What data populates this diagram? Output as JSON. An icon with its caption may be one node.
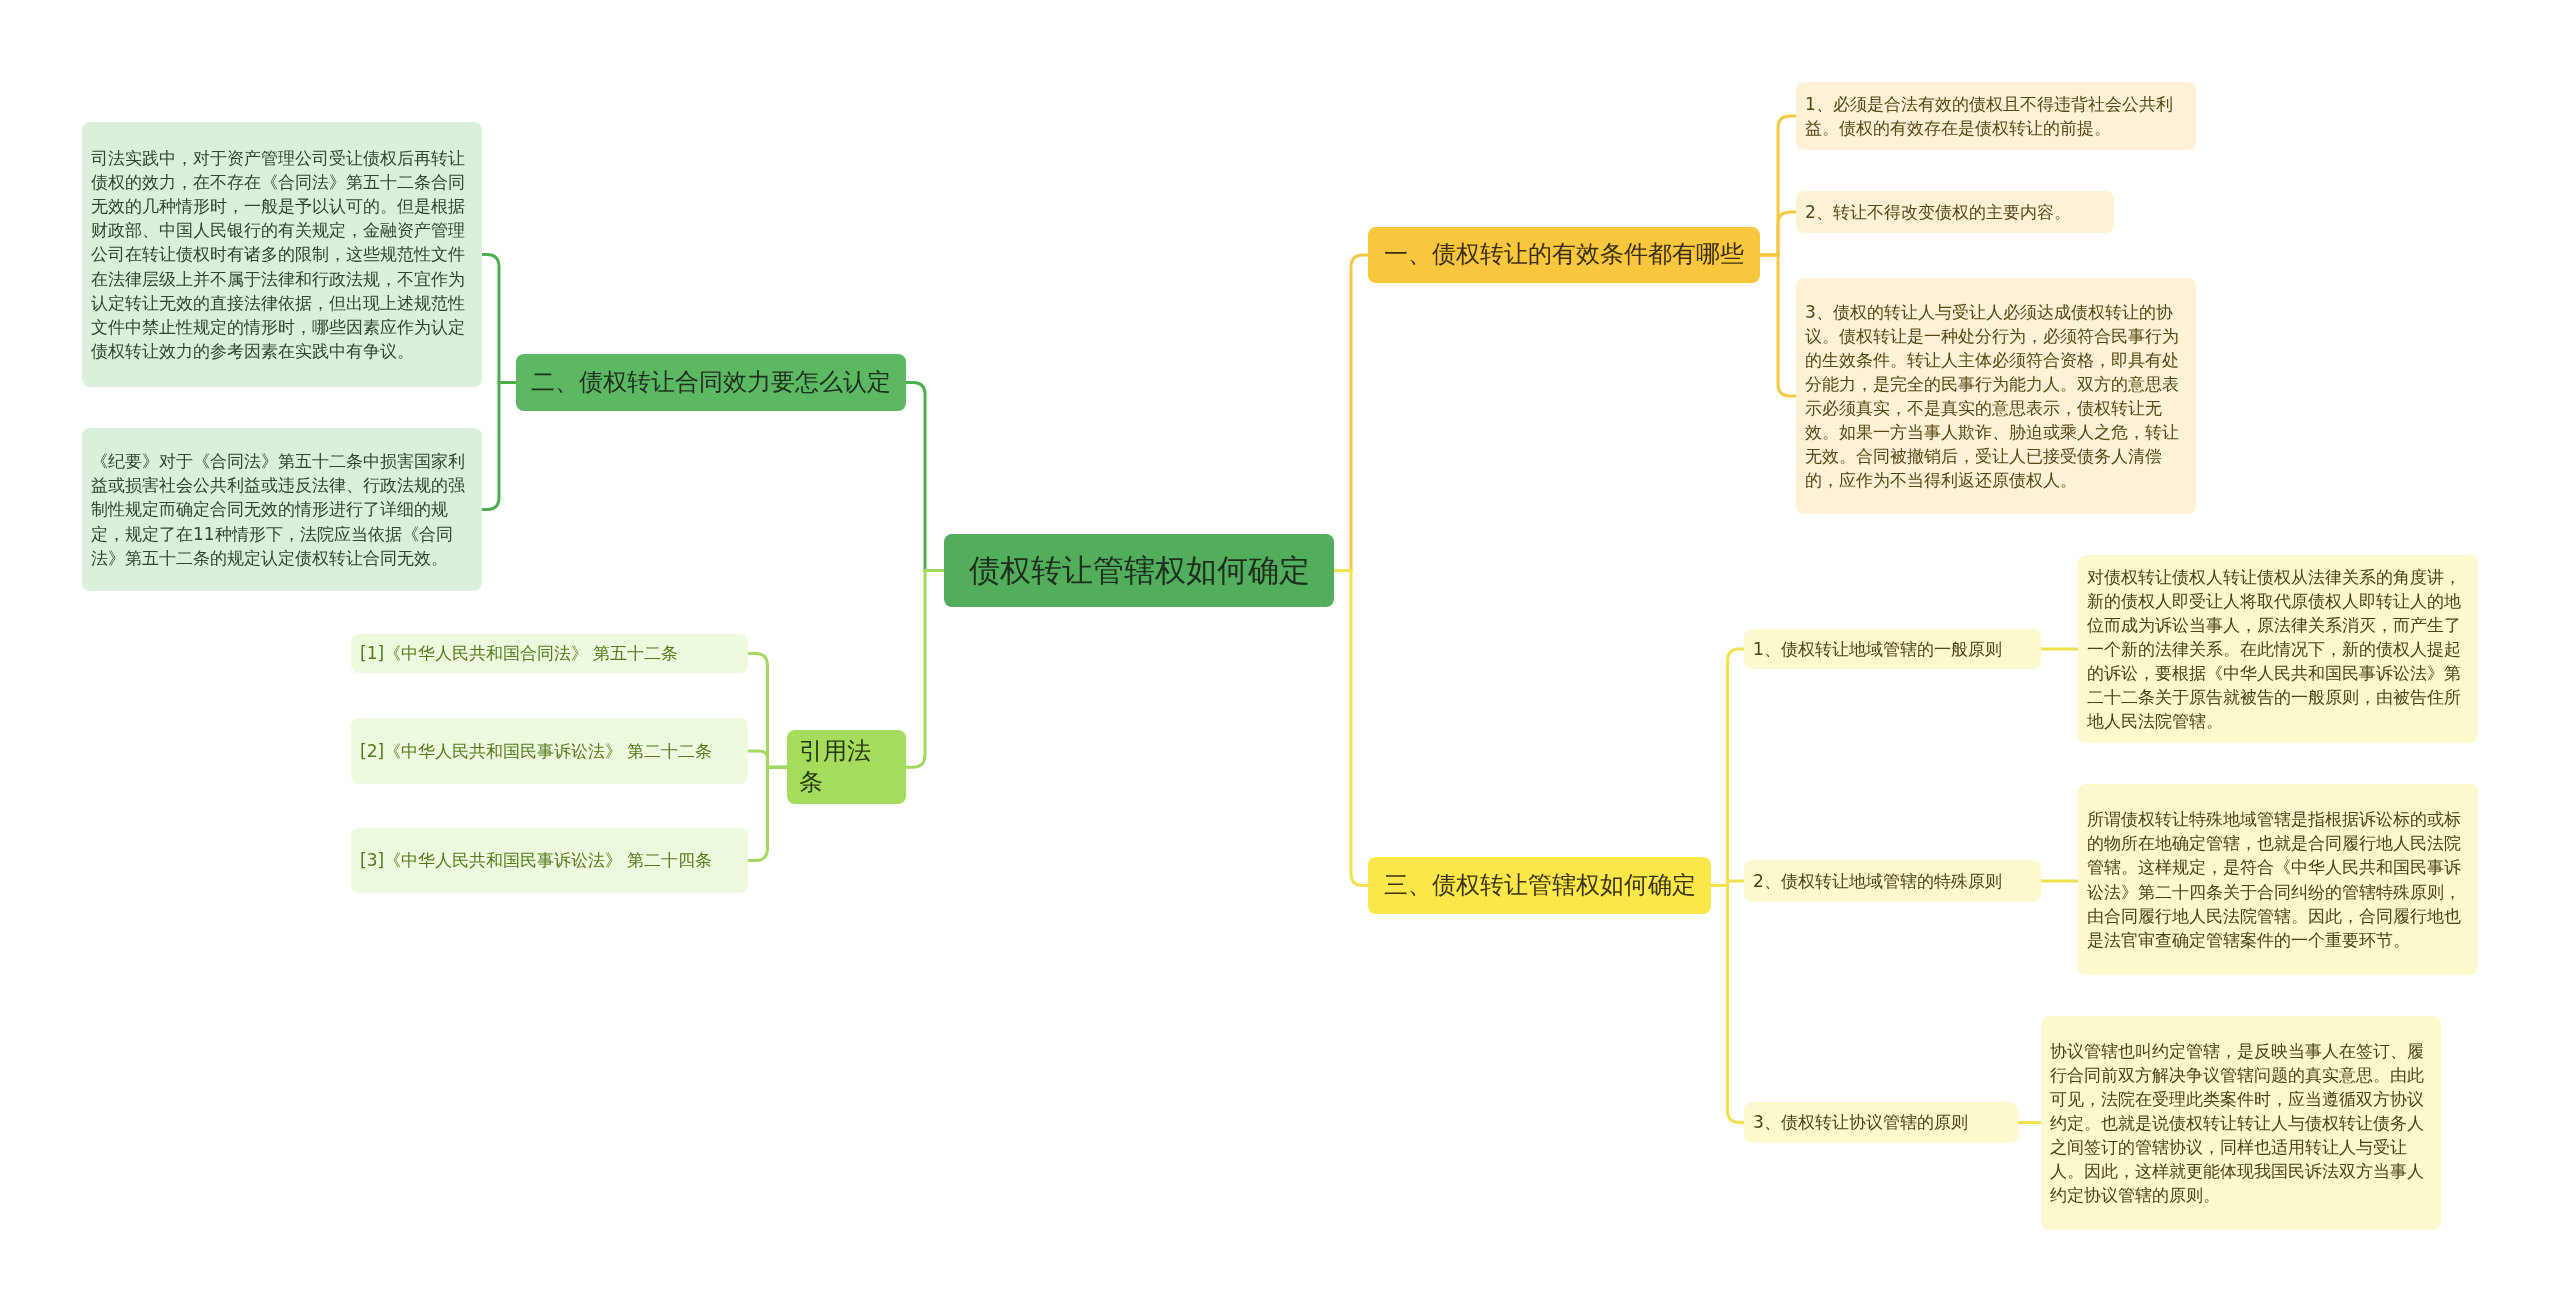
{
  "diagram": {
    "nodes": [
      {
        "text": [
          "债权转让管辖权如何确定"
        ]
      },
      {
        "text": [
          "一、债权转让的有效条件都有哪些"
        ]
      },
      {
        "text": [
          "1、必须是合法有效的债权且不得违背社会公共利益。债权的有效存在是债权转让的前提。"
        ]
      },
      {
        "text": [
          "2、转让不得改变债权的主要内容。"
        ]
      },
      {
        "text": [
          "3、债权的转让人与受让人必须达成债权转让的协议。债权转让是一种处分行为，必须符合民事行为的生效条件。转让人主体必须符合资格，即具有处分能力，是完全的民事行为能力人。双方的意思表示必须真实，不是真实的意思表示，债权转让无效。如果一方当事人欺诈、胁迫或乘人之危，转让无效。合同被撤销后，受让人已接受债务人清偿的，应作为不当得利返还原债权人。"
        ]
      },
      {
        "text": [
          "三、债权转让管辖权如何确定"
        ]
      },
      {
        "text": [
          "1、债权转让地域管辖的一般原则"
        ]
      },
      {
        "text": [
          "对债权转让债权人转让债权从法律关系的角度讲，新的债权人即受让人将取代原债权人即转让人的地位而成为诉讼当事人，原法律关系消灭，而产生了一个新的法律关系。在此情况下，新的债权人提起的诉讼，要根据《中华人民共和国民事诉讼法》第二十二条关于原告就被告的一般原则，由被告住所地人民法院管辖。"
        ]
      },
      {
        "text": [
          "2、债权转让地域管辖的特殊原则"
        ]
      },
      {
        "text": [
          "所谓债权转让特殊地域管辖是指根据诉讼标的或标的物所在地确定管辖，也就是合同履行地人民法院管辖。这样规定，是符合《中华人民共和国民事诉讼法》第二十四条关于合同纠纷的管辖特殊原则，由合同履行地人民法院管辖。因此，合同履行地也是法官审查确定管辖案件的一个重要环节。"
        ]
      },
      {
        "text": [
          "3、债权转让协议管辖的原则"
        ]
      },
      {
        "text": [
          "协议管辖也叫约定管辖，是反映当事人在签订、履行合同前双方解决争议管辖问题的真实意思。由此可见，法院在受理此类案件时，应当遵循双方协议约定。也就是说债权转让转让人与债权转让债务人之间签订的管辖协议，同样也适用转让人与受让人。因此，这样就更能体现我国民诉法双方当事人约定协议管辖的原则。"
        ]
      },
      {
        "text": [
          "二、债权转让合同效力要怎么认定"
        ]
      },
      {
        "text": [
          "司法实践中，对于资产管理公司受让债权后再转让债权的效力，在不存在《合同法》第五十二条合同无效的几种情形时，一般是予以认可的。但是根据财政部、中国人民银行的有关规定，金融资产管理公司在转让债权时有诸多的限制，这些规范性文件在法律层级上并不属于法律和行政法规，不宜作为认定转让无效的直接法律依据，但出现上述规范性文件中禁止性规定的情形时，哪些因素应作为认定债权转让效力的参考因素在实践中有争议。"
        ]
      },
      {
        "text": [
          "《纪要》对于《合同法》第五十二条中损害国家利益或损害社会公共利益或违反法律、行政法规的强制性规定而确定合同无效的情形进行了详细的规定，规定了在11种情形下，法院应当依据《合同法》第五十二条的规定认定债权转让合同无效。"
        ]
      },
      {
        "text": [
          "引用法条"
        ]
      },
      {
        "text": [
          "[1]《中华人民共和国合同法》 第五十二条"
        ]
      },
      {
        "text": [
          "[2]《中华人民共和国民事诉讼法》 第二十二条"
        ]
      },
      {
        "text": [
          "[3]《中华人民共和国民事诉讼法》 第二十四条"
        ]
      }
    ],
    "edges": [
      {
        "from": 0,
        "to": 1,
        "arrow": "none",
        "color": "#f5c842"
      },
      {
        "from": 1,
        "to": 2,
        "arrow": "none",
        "color": "#f5c842"
      },
      {
        "from": 1,
        "to": 3,
        "arrow": "none",
        "color": "#f5c842"
      },
      {
        "from": 1,
        "to": 4,
        "arrow": "none",
        "color": "#f5c842"
      },
      {
        "from": 0,
        "to": 5,
        "arrow": "none"
      },
      {
        "from": 5,
        "to": 6,
        "arrow": "none"
      },
      {
        "from": 6,
        "to": 7,
        "arrow": "none"
      },
      {
        "from": 5,
        "to": 8,
        "arrow": "none"
      },
      {
        "from": 8,
        "to": 9,
        "arrow": "none"
      },
      {
        "from": 5,
        "to": 10,
        "arrow": "none"
      },
      {
        "from": 10,
        "to": 11,
        "arrow": "none"
      },
      {
        "from": 0,
        "to": 12,
        "arrow": "none",
        "color": "#4caf50"
      },
      {
        "from": 12,
        "to": 13,
        "arrow": "none",
        "color": "#4caf50"
      },
      {
        "from": 12,
        "to": 14,
        "arrow": "none",
        "color": "#4caf50"
      },
      {
        "from": 0,
        "to": 15,
        "arrow": "none",
        "color": "#a3d95f"
      },
      {
        "from": 15,
        "to": 16,
        "arrow": "none",
        "color": "#a3d95f"
      },
      {
        "from": 15,
        "to": 17,
        "arrow": "none",
        "color": "#a3d95f"
      },
      {
        "from": 15,
        "to": 18,
        "arrow": "none",
        "color": "#a3d95f"
      }
    ]
  }
}
